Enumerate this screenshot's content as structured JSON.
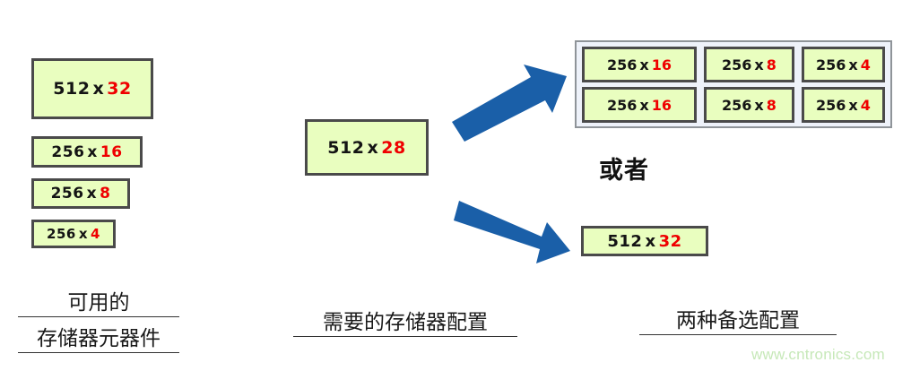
{
  "colors": {
    "block_fill": "#e9febf",
    "block_border": "#4a4a4a",
    "width_value": "#ef0000",
    "arrow": "#1a5fa8",
    "panel_fill": "#eef2fa",
    "panel_border": "#8f9499",
    "watermark": "#c6e8b8"
  },
  "available_devices": {
    "caption_lines": [
      "可用的",
      "存储器元器件"
    ],
    "blocks": [
      {
        "depth": "512",
        "sep": "x",
        "width": "32",
        "label": "512 x 32"
      },
      {
        "depth": "256",
        "sep": "x",
        "width": "16",
        "label": "256 x 16"
      },
      {
        "depth": "256",
        "sep": "x",
        "width": "8",
        "label": "256 x 8"
      },
      {
        "depth": "256",
        "sep": "x",
        "width": "4",
        "label": "256 x 4"
      }
    ]
  },
  "required_config": {
    "caption_lines": [
      "需要的存储器配置"
    ],
    "block": {
      "depth": "512",
      "sep": "x",
      "width": "28",
      "label": "512 x 28"
    }
  },
  "alternatives": {
    "caption_lines": [
      "两种备选配置"
    ],
    "or_label": "或者",
    "grid": {
      "rows": [
        [
          {
            "depth": "256",
            "sep": "x",
            "width": "16",
            "label": "256 x 16"
          },
          {
            "depth": "256",
            "sep": "x",
            "width": "8",
            "label": "256 x 8"
          },
          {
            "depth": "256",
            "sep": "x",
            "width": "4",
            "label": "256 x 4"
          }
        ],
        [
          {
            "depth": "256",
            "sep": "x",
            "width": "16",
            "label": "256 x 16"
          },
          {
            "depth": "256",
            "sep": "x",
            "width": "8",
            "label": "256 x 8"
          },
          {
            "depth": "256",
            "sep": "x",
            "width": "4",
            "label": "256 x 4"
          }
        ]
      ]
    },
    "single_block": {
      "depth": "512",
      "sep": "x",
      "width": "32",
      "label": "512 x 32"
    }
  },
  "arrows": [
    {
      "name": "arrow-to-grid-option",
      "direction": "up-right"
    },
    {
      "name": "arrow-to-single-option",
      "direction": "down-right"
    }
  ],
  "watermark": "www.cntronics.com"
}
